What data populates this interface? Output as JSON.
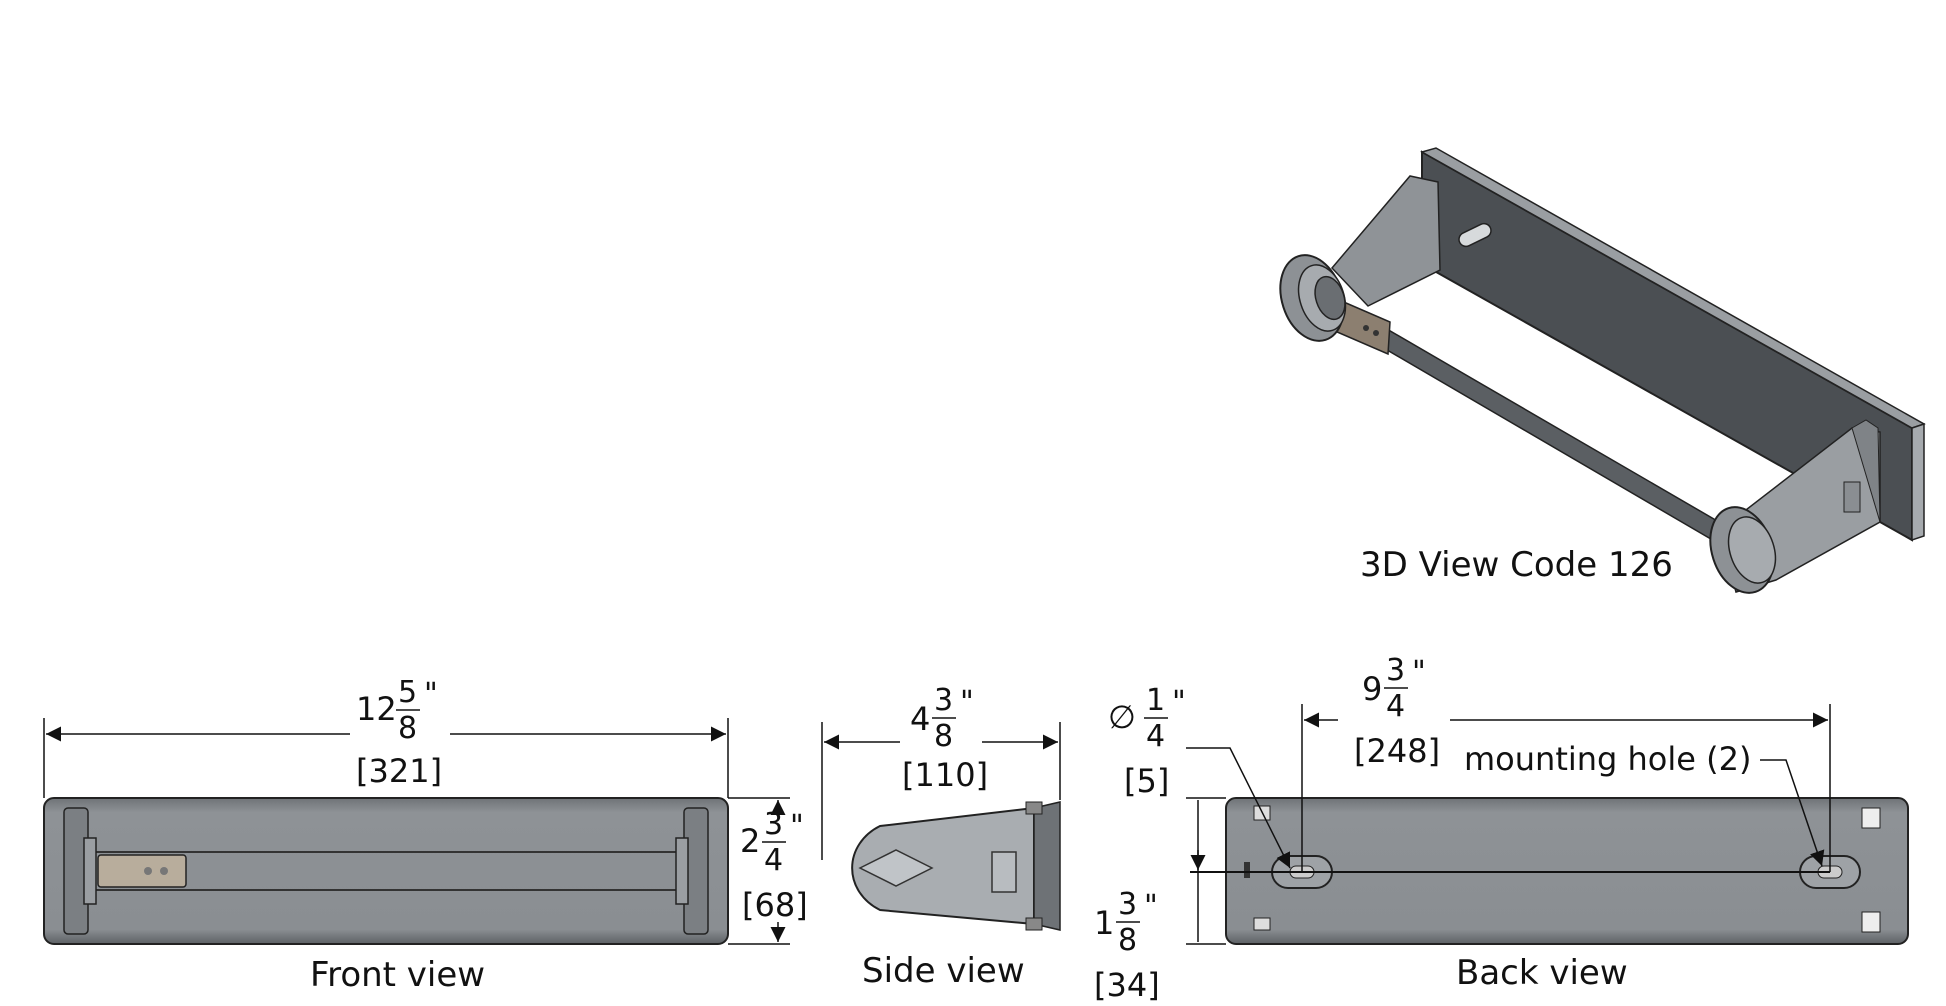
{
  "views": {
    "iso": "3D View Code 126",
    "front": "Front view",
    "side": "Side view",
    "back": "Back view"
  },
  "dimensions": {
    "width": {
      "whole": "12",
      "num": "5",
      "den": "8",
      "unit": "\"",
      "mm": "[321]"
    },
    "height": {
      "whole": "2",
      "num": "3",
      "den": "4",
      "unit": "\"",
      "mm": "[68]"
    },
    "depth": {
      "whole": "4",
      "num": "3",
      "den": "8",
      "unit": "\"",
      "mm": "[110]"
    },
    "hole_spacing": {
      "whole": "9",
      "num": "3",
      "den": "4",
      "unit": "\"",
      "mm": "[248]"
    },
    "hole_diameter": {
      "symbol": "∅",
      "num": "1",
      "den": "4",
      "unit": "\"",
      "mm": "[5]"
    },
    "hole_height": {
      "whole": "1",
      "num": "3",
      "den": "8",
      "unit": "\"",
      "mm": "[34]"
    }
  },
  "callouts": {
    "mounting_hole": "mounting hole (2)"
  }
}
